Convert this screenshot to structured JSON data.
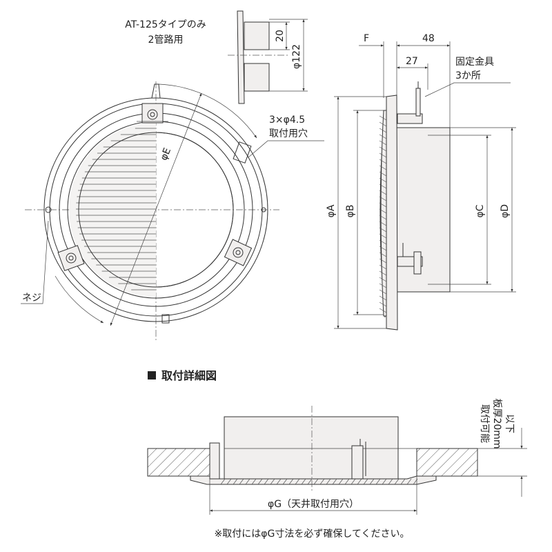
{
  "labels": {
    "at_note_line1": "AT-125タイプのみ",
    "at_note_line2": "2管路用",
    "dim_20": "20",
    "dim_phi122": "φ122",
    "dim_F": "F",
    "dim_48": "48",
    "dim_27": "27",
    "bracket_line1": "固定金具",
    "bracket_line2": "3か所",
    "hole_line1": "3×φ4.5",
    "hole_line2": "取付用穴",
    "dim_phiE": "φE",
    "dim_phiA": "φA",
    "dim_phiB": "φB",
    "dim_phiC": "φC",
    "dim_phiD": "φD",
    "screw": "ネジ",
    "section_title": "取付詳細図",
    "plate_line1": "取付可能",
    "plate_line2": "板厚20mm",
    "plate_line3": "以下",
    "dim_phiG": "φG（天井取付用穴）",
    "footnote": "※取付にはφG寸法を必ず確保してください。"
  },
  "colors": {
    "line": "#333333",
    "face": "#f1efee",
    "text": "#222222"
  }
}
